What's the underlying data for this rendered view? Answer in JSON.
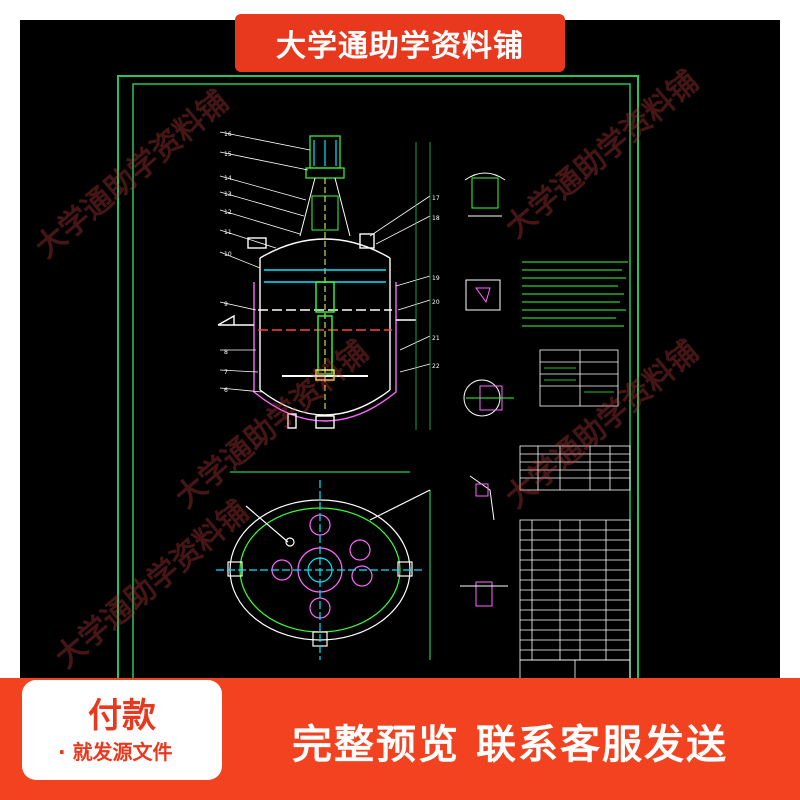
{
  "banner": {
    "title": "大学通助学资料铺"
  },
  "watermark": {
    "text": "大学通助学资料铺"
  },
  "payment": {
    "title": "付款",
    "subtitle": "就发源文件"
  },
  "slogan": "完整预览  联系客服发送",
  "colors": {
    "accent": "#e8391f",
    "drawing_bg": "#000000",
    "frame": "#22c55e"
  }
}
